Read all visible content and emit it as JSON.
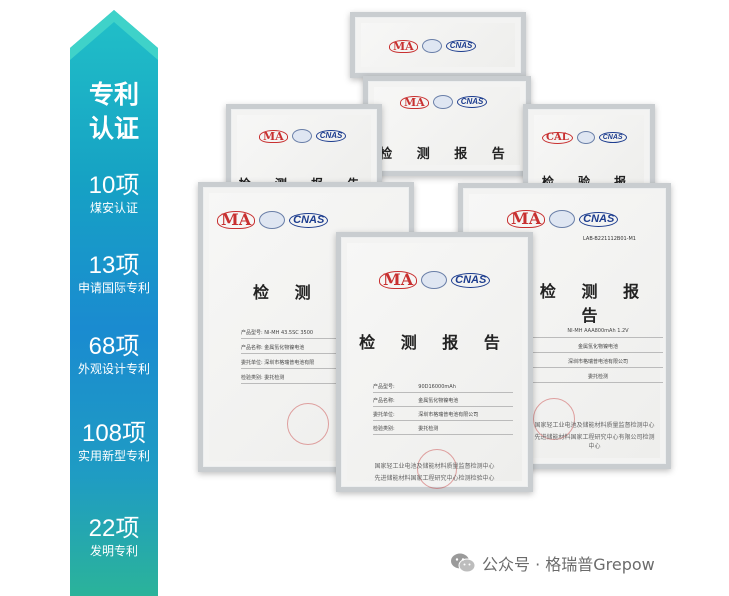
{
  "banner": {
    "title_line1": "专利",
    "title_line2": "认证",
    "stats": [
      {
        "count": "10项",
        "label": "煤安认证"
      },
      {
        "count": "13项",
        "label": "申请国际专利"
      },
      {
        "count": "68项",
        "label": "外观设计专利"
      },
      {
        "count": "108项",
        "label": "实用新型专利"
      },
      {
        "count": "22项",
        "label": "发明专利"
      }
    ]
  },
  "certificates": {
    "ma_logo": "MA",
    "cnas_logo": "CNAS",
    "report_title": "检 测 报 告",
    "inspection_title": "检 验 报 告",
    "front": {
      "fields": [
        {
          "label": "产品型号:",
          "value": "90D16000mAh"
        },
        {
          "label": "产品名称:",
          "value": "金属氢化物镍电池"
        },
        {
          "label": "委托单位:",
          "value": "深圳市格瑞普电池有限公司"
        },
        {
          "label": "检验类别:",
          "value": "委托检测"
        }
      ],
      "footer1": "国家轻工业电池及储能材料质量监督检测中心",
      "footer2": "先进储能材料国家工程研究中心检测检验中心"
    },
    "left_front": {
      "fields": [
        {
          "label": "产品型号:",
          "value": "NI-MH 43.5SC 3500"
        },
        {
          "label": "产品名称:",
          "value": "金属氢化物镍电池"
        },
        {
          "label": "委托单位:",
          "value": "深圳市格瑞普电池有限"
        },
        {
          "label": "检验类别:",
          "value": "委托检测"
        }
      ]
    },
    "right_front": {
      "lab_no": "LAB-B221112B01-M1",
      "fields": [
        {
          "label": "",
          "value": "NI-MH AAA800mAh 1.2V"
        },
        {
          "label": "",
          "value": "金属氢化物镍电池"
        },
        {
          "label": "",
          "value": "深圳市格瑞普电池有限公司"
        },
        {
          "label": "",
          "value": "委托检测"
        }
      ],
      "footer1": "国家轻工业电池及储能材料质量监督检测中心",
      "footer2": "先进储能材料国家工程研究中心有限公司检测中心"
    }
  },
  "watermark": {
    "text": "公众号 · 格瑞普Grepow"
  }
}
